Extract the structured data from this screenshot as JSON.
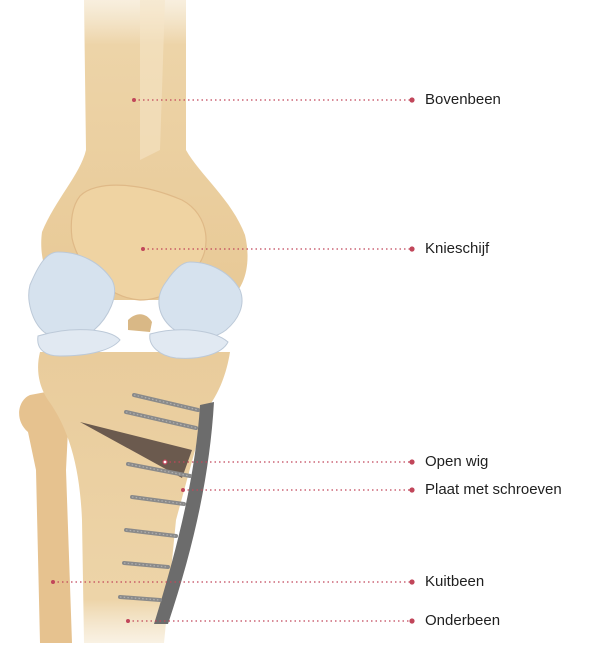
{
  "labels": [
    {
      "id": "femur",
      "text": "Bovenbeen"
    },
    {
      "id": "patella",
      "text": "Knieschijf"
    },
    {
      "id": "wedge",
      "text": "Open wig"
    },
    {
      "id": "plate",
      "text": "Plaat met schroeven"
    },
    {
      "id": "fibula",
      "text": "Kuitbeen"
    },
    {
      "id": "tibia",
      "text": "Onderbeen"
    }
  ],
  "colors": {
    "bone": "#edd4a8",
    "bone_shadow": "#d9b886",
    "cartilage": "#d6e2ee",
    "wedge": "#6b5a4e",
    "plate": "#6c6c6c",
    "screw": "#8a8a8a",
    "leader": "#c1465a",
    "text": "#1f1f1f"
  }
}
